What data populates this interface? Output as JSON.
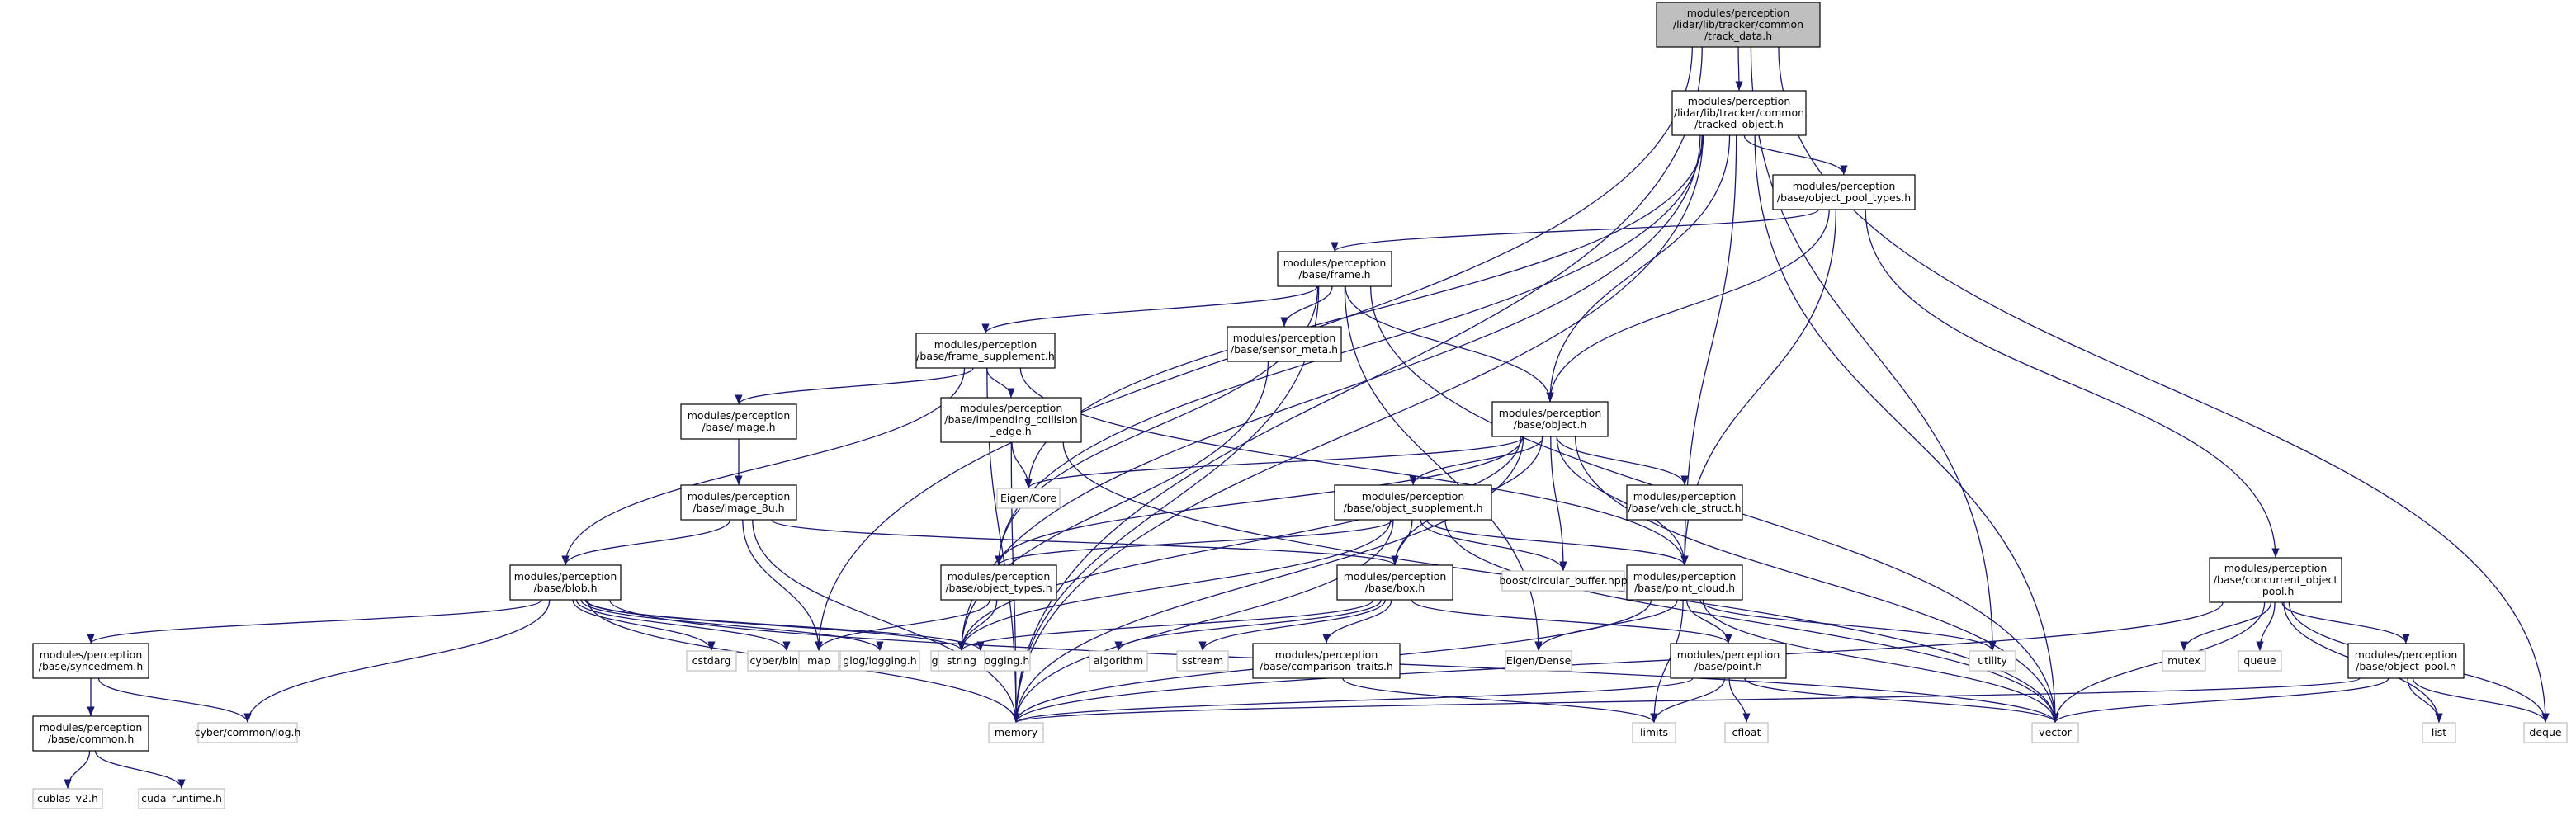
{
  "nodes": [
    {
      "id": "track_data",
      "lines": [
        "modules/perception",
        "/lidar/lib/tracker/common",
        "/track_data.h"
      ],
      "kind": "root"
    },
    {
      "id": "tracked_object",
      "lines": [
        "modules/perception",
        "/lidar/lib/tracker/common",
        "/tracked_object.h"
      ],
      "kind": "normal"
    },
    {
      "id": "object_pool_types",
      "lines": [
        "modules/perception",
        "/base/object_pool_types.h"
      ],
      "kind": "normal"
    },
    {
      "id": "frame",
      "lines": [
        "modules/perception",
        "/base/frame.h"
      ],
      "kind": "normal"
    },
    {
      "id": "frame_supplement",
      "lines": [
        "modules/perception",
        "/base/frame_supplement.h"
      ],
      "kind": "normal"
    },
    {
      "id": "sensor_meta",
      "lines": [
        "modules/perception",
        "/base/sensor_meta.h"
      ],
      "kind": "normal"
    },
    {
      "id": "impending",
      "lines": [
        "modules/perception",
        "/base/impending_collision",
        "_edge.h"
      ],
      "kind": "normal"
    },
    {
      "id": "object",
      "lines": [
        "modules/perception",
        "/base/object.h"
      ],
      "kind": "normal"
    },
    {
      "id": "image",
      "lines": [
        "modules/perception",
        "/base/image.h"
      ],
      "kind": "normal"
    },
    {
      "id": "image_8u",
      "lines": [
        "modules/perception",
        "/base/image_8u.h"
      ],
      "kind": "normal"
    },
    {
      "id": "object_supplement",
      "lines": [
        "modules/perception",
        "/base/object_supplement.h"
      ],
      "kind": "normal"
    },
    {
      "id": "vehicle_struct",
      "lines": [
        "modules/perception",
        "/base/vehicle_struct.h"
      ],
      "kind": "normal"
    },
    {
      "id": "blob",
      "lines": [
        "modules/perception",
        "/base/blob.h"
      ],
      "kind": "normal"
    },
    {
      "id": "object_types",
      "lines": [
        "modules/perception",
        "/base/object_types.h"
      ],
      "kind": "normal"
    },
    {
      "id": "box",
      "lines": [
        "modules/perception",
        "/base/box.h"
      ],
      "kind": "normal"
    },
    {
      "id": "point_cloud",
      "lines": [
        "modules/perception",
        "/base/point_cloud.h"
      ],
      "kind": "normal"
    },
    {
      "id": "concurrent_pool",
      "lines": [
        "modules/perception",
        "/base/concurrent_object",
        "_pool.h"
      ],
      "kind": "normal"
    },
    {
      "id": "syncedmem",
      "lines": [
        "modules/perception",
        "/base/syncedmem.h"
      ],
      "kind": "normal"
    },
    {
      "id": "comparison_traits",
      "lines": [
        "modules/perception",
        "/base/comparison_traits.h"
      ],
      "kind": "normal"
    },
    {
      "id": "point",
      "lines": [
        "modules/perception",
        "/base/point.h"
      ],
      "kind": "normal"
    },
    {
      "id": "object_pool",
      "lines": [
        "modules/perception",
        "/base/object_pool.h"
      ],
      "kind": "normal"
    },
    {
      "id": "common",
      "lines": [
        "modules/perception",
        "/base/common.h"
      ],
      "kind": "normal"
    },
    {
      "id": "eigen_core",
      "lines": [
        "Eigen/Core"
      ],
      "kind": "ext"
    },
    {
      "id": "circular_buffer",
      "lines": [
        "boost/circular_buffer.hpp"
      ],
      "kind": "ext"
    },
    {
      "id": "cstdarg",
      "lines": [
        "cstdarg"
      ],
      "kind": "ext"
    },
    {
      "id": "cyber_binary",
      "lines": [
        "cyber/binary.h"
      ],
      "kind": "ext"
    },
    {
      "id": "glog_logging",
      "lines": [
        "glog/logging.h"
      ],
      "kind": "ext"
    },
    {
      "id": "glog_raw",
      "lines": [
        "glog/raw_logging.h"
      ],
      "kind": "ext"
    },
    {
      "id": "map",
      "lines": [
        "map"
      ],
      "kind": "ext"
    },
    {
      "id": "string",
      "lines": [
        "string"
      ],
      "kind": "ext"
    },
    {
      "id": "algorithm",
      "lines": [
        "algorithm"
      ],
      "kind": "ext"
    },
    {
      "id": "sstream",
      "lines": [
        "sstream"
      ],
      "kind": "ext"
    },
    {
      "id": "eigen_dense",
      "lines": [
        "Eigen/Dense"
      ],
      "kind": "ext"
    },
    {
      "id": "utility",
      "lines": [
        "utility"
      ],
      "kind": "ext"
    },
    {
      "id": "mutex",
      "lines": [
        "mutex"
      ],
      "kind": "ext"
    },
    {
      "id": "queue",
      "lines": [
        "queue"
      ],
      "kind": "ext"
    },
    {
      "id": "cyber_log",
      "lines": [
        "cyber/common/log.h"
      ],
      "kind": "ext"
    },
    {
      "id": "memory",
      "lines": [
        "memory"
      ],
      "kind": "ext"
    },
    {
      "id": "limits",
      "lines": [
        "limits"
      ],
      "kind": "ext"
    },
    {
      "id": "cfloat",
      "lines": [
        "cfloat"
      ],
      "kind": "ext"
    },
    {
      "id": "vector",
      "lines": [
        "vector"
      ],
      "kind": "ext"
    },
    {
      "id": "list",
      "lines": [
        "list"
      ],
      "kind": "ext"
    },
    {
      "id": "deque",
      "lines": [
        "deque"
      ],
      "kind": "ext"
    },
    {
      "id": "cublas",
      "lines": [
        "cublas_v2.h"
      ],
      "kind": "ext"
    },
    {
      "id": "cuda_runtime",
      "lines": [
        "cuda_runtime.h"
      ],
      "kind": "ext"
    }
  ],
  "edges": [
    [
      "track_data",
      "tracked_object"
    ],
    [
      "track_data",
      "memory"
    ],
    [
      "track_data",
      "map"
    ],
    [
      "track_data",
      "utility"
    ],
    [
      "track_data",
      "deque"
    ],
    [
      "tracked_object",
      "object_pool_types"
    ],
    [
      "tracked_object",
      "object"
    ],
    [
      "tracked_object",
      "eigen_core"
    ],
    [
      "tracked_object",
      "object_types"
    ],
    [
      "tracked_object",
      "string"
    ],
    [
      "tracked_object",
      "memory"
    ],
    [
      "tracked_object",
      "vector"
    ],
    [
      "tracked_object",
      "point_cloud"
    ],
    [
      "object_pool_types",
      "frame"
    ],
    [
      "object_pool_types",
      "object"
    ],
    [
      "object_pool_types",
      "point_cloud"
    ],
    [
      "object_pool_types",
      "concurrent_pool"
    ],
    [
      "frame",
      "frame_supplement"
    ],
    [
      "frame",
      "sensor_meta"
    ],
    [
      "frame",
      "object"
    ],
    [
      "frame",
      "object_types"
    ],
    [
      "frame",
      "memory"
    ],
    [
      "frame",
      "vector"
    ],
    [
      "frame",
      "eigen_dense"
    ],
    [
      "frame_supplement",
      "image"
    ],
    [
      "frame_supplement",
      "impending"
    ],
    [
      "frame_supplement",
      "blob"
    ],
    [
      "frame_supplement",
      "memory"
    ],
    [
      "frame_supplement",
      "point_cloud"
    ],
    [
      "sensor_meta",
      "string"
    ],
    [
      "impending",
      "eigen_core"
    ],
    [
      "impending",
      "memory"
    ],
    [
      "impending",
      "vector"
    ],
    [
      "object",
      "eigen_core"
    ],
    [
      "object_supplement",
      "circular_buffer"
    ],
    [
      "object",
      "object_supplement"
    ],
    [
      "object",
      "vehicle_struct"
    ],
    [
      "object",
      "point_cloud"
    ],
    [
      "object",
      "object_types"
    ],
    [
      "object",
      "box"
    ],
    [
      "object",
      "string"
    ],
    [
      "object",
      "memory"
    ],
    [
      "object",
      "vector"
    ],
    [
      "object",
      "circular_buffer"
    ],
    [
      "image",
      "image_8u"
    ],
    [
      "image_8u",
      "blob"
    ],
    [
      "image_8u",
      "box"
    ],
    [
      "image_8u",
      "map"
    ],
    [
      "image_8u",
      "memory"
    ],
    [
      "object_supplement",
      "object_types"
    ],
    [
      "object_supplement",
      "box"
    ],
    [
      "object_supplement",
      "point_cloud"
    ],
    [
      "object_supplement",
      "string"
    ],
    [
      "object_supplement",
      "memory"
    ],
    [
      "object_supplement",
      "vector"
    ],
    [
      "blob",
      "syncedmem"
    ],
    [
      "blob",
      "cstdarg"
    ],
    [
      "blob",
      "cyber_binary"
    ],
    [
      "blob",
      "glog_logging"
    ],
    [
      "blob",
      "glog_raw"
    ],
    [
      "blob",
      "string"
    ],
    [
      "blob",
      "memory"
    ],
    [
      "blob",
      "vector"
    ],
    [
      "blob",
      "cyber_log"
    ],
    [
      "object_types",
      "map"
    ],
    [
      "object_types",
      "string"
    ],
    [
      "box",
      "string"
    ],
    [
      "box",
      "algorithm"
    ],
    [
      "box",
      "sstream"
    ],
    [
      "box",
      "comparison_traits"
    ],
    [
      "box",
      "point"
    ],
    [
      "point_cloud",
      "point"
    ],
    [
      "point_cloud",
      "eigen_dense"
    ],
    [
      "point_cloud",
      "utility"
    ],
    [
      "point_cloud",
      "memory"
    ],
    [
      "point_cloud",
      "limits"
    ],
    [
      "point_cloud",
      "vector"
    ],
    [
      "concurrent_pool",
      "mutex"
    ],
    [
      "concurrent_pool",
      "queue"
    ],
    [
      "concurrent_pool",
      "object_pool"
    ],
    [
      "concurrent_pool",
      "memory"
    ],
    [
      "concurrent_pool",
      "vector"
    ],
    [
      "concurrent_pool",
      "list"
    ],
    [
      "concurrent_pool",
      "deque"
    ],
    [
      "syncedmem",
      "common"
    ],
    [
      "syncedmem",
      "cyber_log"
    ],
    [
      "comparison_traits",
      "limits"
    ],
    [
      "point",
      "memory"
    ],
    [
      "point",
      "limits"
    ],
    [
      "point",
      "cfloat"
    ],
    [
      "point",
      "vector"
    ],
    [
      "object_pool",
      "memory"
    ],
    [
      "object_pool",
      "vector"
    ],
    [
      "object_pool",
      "list"
    ],
    [
      "object_pool",
      "deque"
    ],
    [
      "common",
      "cublas"
    ],
    [
      "common",
      "cuda_runtime"
    ]
  ]
}
